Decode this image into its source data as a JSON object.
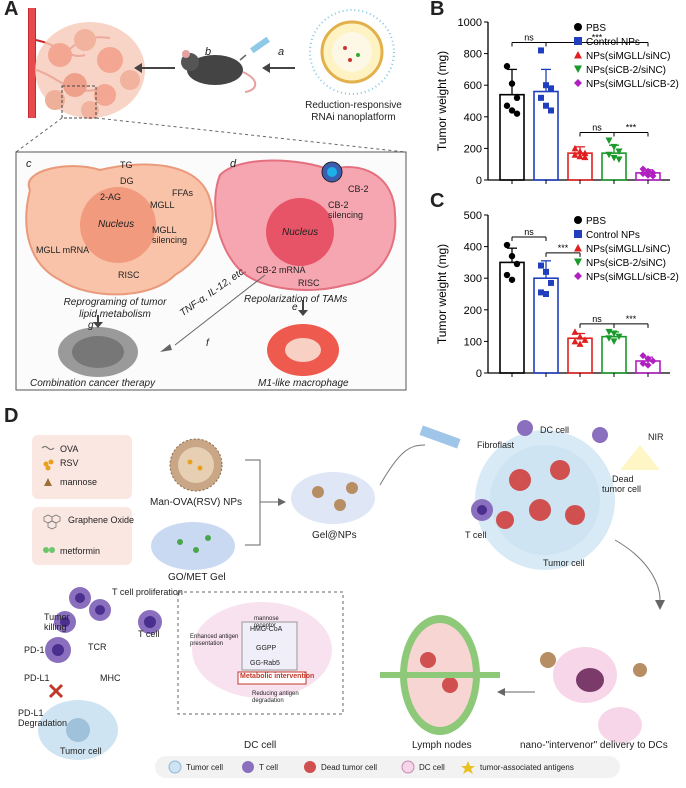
{
  "panels": {
    "A": "A",
    "B": "B",
    "C": "C",
    "D": "D"
  },
  "panel_a": {
    "arrow_a": "a",
    "arrow_b": "b",
    "nanoplatform_line1": "Reduction-responsive",
    "nanoplatform_line2": "RNAi nanoplatform",
    "sub_c": "c",
    "sub_d": "d",
    "sub_e": "e",
    "sub_f": "f",
    "sub_g": "g",
    "tg": "TG",
    "dg": "DG",
    "two_ag": "2-AG",
    "mgll": "MGLL",
    "ffas": "FFAs",
    "mgll_silencing_1": "MGLL",
    "mgll_silencing_2": "silencing",
    "mgll_mrna": "MGLL mRNA",
    "risc_c": "RISC",
    "nucleus_c": "Nucleus",
    "cb2": "CB-2",
    "cb2_silencing_1": "CB-2",
    "cb2_silencing_2": "silencing",
    "nucleus_d": "Nucleus",
    "cb2_mrna": "CB-2 mRNA",
    "risc_d": "RISC",
    "reprogram_1": "Reprograming of tumor",
    "reprogram_2": "lipid metabolism",
    "repolarization": "Repolarization of TAMs",
    "cytokines": "TNF-α, IL-12, etc.",
    "combination": "Combination cancer therapy",
    "m1": "M1-like macrophage"
  },
  "panel_d": {
    "legend_ova": "OVA",
    "legend_rsv": "RSV",
    "legend_mannose": "mannose",
    "legend_go": "Graphene Oxide",
    "legend_metformin": "metformin",
    "man_ova": "Man-OVA(RSV) NPs",
    "go_met": "GO/MET Gel",
    "gel_nps": "Gel@NPs",
    "fibroblast": "Fibroflast",
    "dc_cell_top": "DC cell",
    "nir": "NIR",
    "dead_tumor_1": "Dead",
    "dead_tumor_2": "tumor cell",
    "t_cell_top": "T cell",
    "tumor_cell_top": "Tumor cell",
    "t_cell_prolif": "T cell proliferation",
    "tumor_killing_1": "Tumor",
    "tumor_killing_2": "killing",
    "pd1": "PD-1",
    "tcr": "TCR",
    "pdl1": "PD-L1",
    "mhc": "MHC",
    "pdl1_deg_1": "PD-L1",
    "pdl1_deg_2": "Degradation",
    "tumor_cell_bottom": "Tumor cell",
    "t_cell_mid": "T cell",
    "mannose_receptor_1": "mannose",
    "mannose_receptor_2": "receptor",
    "hmg": "HMG-CoA",
    "ggpp": "GGPP",
    "gg_rab5": "GG-Rab5",
    "enhanced_1": "Enhanced antigen",
    "enhanced_2": "presentation",
    "metabolic": "Metabolic intervention",
    "reducing_1": "Reducing antigen",
    "reducing_2": "degradation",
    "dc_cell_bottom": "DC cell",
    "lymph": "Lymph nodes",
    "nano_delivery": "nano-\"intervenor\" delivery to DCs",
    "legend_bottom": [
      "Tumor cell",
      "T cell",
      "Dead tumor cell",
      "DC cell",
      "tumor-associated antigens"
    ]
  },
  "colors": {
    "pbs": "#000000",
    "control": "#1f3fbf",
    "mgll": "#e02020",
    "cb2": "#1a9a2a",
    "combo": "#b020c0"
  },
  "chart_data": [
    {
      "type": "bar",
      "panel": "B",
      "ylabel": "Tumor weight (mg)",
      "ylim": [
        0,
        1000
      ],
      "yticks": [
        0,
        200,
        400,
        600,
        800,
        1000
      ],
      "categories": [
        "PBS",
        "Control NPs",
        "NPs(siMGLL/siNC)",
        "NPs(siCB-2/siNC)",
        "NPs(siMGLL/siCB-2)"
      ],
      "values": [
        540,
        560,
        170,
        170,
        45
      ],
      "errors": [
        160,
        140,
        40,
        50,
        20
      ],
      "points": [
        [
          720,
          610,
          520,
          470,
          440,
          420
        ],
        [
          820,
          600,
          580,
          520,
          470,
          440
        ],
        [
          200,
          180,
          170,
          160,
          150,
          145
        ],
        [
          250,
          210,
          180,
          160,
          140,
          130
        ],
        [
          70,
          55,
          45,
          40,
          30,
          25
        ]
      ],
      "legend": [
        "PBS",
        "Control NPs",
        "NPs(siMGLL/siNC)",
        "NPs(siCB-2/siNC)",
        "NPs(siMGLL/siCB-2)"
      ],
      "legend_position": "top-right",
      "significance": [
        {
          "pair": [
            0,
            1
          ],
          "label": "ns"
        },
        {
          "pair": [
            1,
            4
          ],
          "label": "***"
        },
        {
          "pair": [
            2,
            3
          ],
          "label": "ns"
        },
        {
          "pair": [
            3,
            4
          ],
          "label": "***"
        }
      ]
    },
    {
      "type": "bar",
      "panel": "C",
      "ylabel": "Tumor weight (mg)",
      "ylim": [
        0,
        500
      ],
      "yticks": [
        0,
        100,
        200,
        300,
        400,
        500
      ],
      "categories": [
        "PBS",
        "Control NPs",
        "NPs(siMGLL/siNC)",
        "NPs(siCB-2/siNC)",
        "NPs(siMGLL/siCB-2)"
      ],
      "values": [
        350,
        300,
        110,
        115,
        38
      ],
      "errors": [
        45,
        55,
        15,
        15,
        12
      ],
      "points": [
        [
          405,
          370,
          345,
          310,
          295
        ],
        [
          340,
          320,
          285,
          255,
          250
        ],
        [
          130,
          115,
          105,
          100,
          92
        ],
        [
          130,
          125,
          115,
          110,
          100
        ],
        [
          55,
          45,
          38,
          30,
          25
        ]
      ],
      "legend": [
        "PBS",
        "Control NPs",
        "NPs(siMGLL/siNC)",
        "NPs(siCB-2/siNC)",
        "NPs(siMGLL/siCB-2)"
      ],
      "legend_position": "top-right",
      "significance": [
        {
          "pair": [
            0,
            1
          ],
          "label": "ns"
        },
        {
          "pair": [
            1,
            2
          ],
          "label": "***"
        },
        {
          "pair": [
            2,
            3
          ],
          "label": "ns"
        },
        {
          "pair": [
            3,
            4
          ],
          "label": "***"
        }
      ]
    }
  ]
}
